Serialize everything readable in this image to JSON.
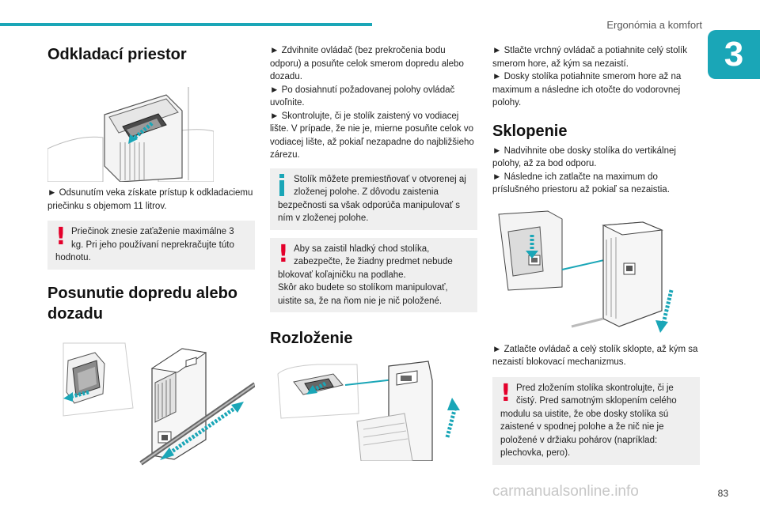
{
  "header": {
    "title": "Ergonómia a komfort",
    "chapter": "3"
  },
  "col1": {
    "heading1": "Odkladací priestor",
    "para1": "► Odsunutím veka získate prístup k odkladaciemu priečinku s objemom 11 litrov.",
    "warning1_first": "Priečinok znesie zaťaženie maximálne 3 kg. Pri jeho používaní neprekračujte túto",
    "warning1_rest": "hodnotu.",
    "heading2": "Posunutie dopredu alebo dozadu"
  },
  "col2": {
    "para1": "► Zdvihnite ovládač (bez prekročenia bodu odporu) a posuňte celok smerom dopredu alebo dozadu.",
    "para2": "► Po dosiahnutí požadovanej polohy ovládač uvoľnite.",
    "para3": "► Skontrolujte, či je stolík zaistený vo vodiacej lište. V prípade, že nie je, mierne posuňte celok vo vodiacej lište, až pokiaľ nezapadne do najbližšieho zárezu.",
    "info_first": "Stolík môžete premiestňovať v otvorenej aj zloženej polohe. Z dôvodu zaistenia",
    "info_rest": "bezpečnosti sa však odporúča manipulovať s ním v zloženej polohe.",
    "warning_first": "Aby sa zaistil hladký chod stolíka, zabezpečte, že žiadny predmet nebude",
    "warning_rest": "blokovať koľajničku na podlahe.",
    "warning_rest2": "Skôr ako budete so stolíkom manipulovať, uistite sa, že na ňom nie je nič položené.",
    "heading": "Rozloženie"
  },
  "col3": {
    "para1": "► Stlačte vrchný ovládač a potiahnite celý stolík smerom hore, až kým sa nezaistí.",
    "para2": "► Dosky stolíka potiahnite smerom hore až na maximum a následne ich otočte do vodorovnej polohy.",
    "heading": "Sklopenie",
    "para3": "► Nadvihnite obe dosky stolíka do vertikálnej polohy, až za bod odporu.",
    "para4": "► Následne ich zatlačte na maximum do príslušného priestoru až pokiaľ sa nezaistia.",
    "para5": "► Zatlačte ovládač a celý stolík sklopte, až kým sa nezaistí blokovací mechanizmus.",
    "warning_first": "Pred zložením stolíka skontrolujte, či je čistý. Pred samotným sklopením celého",
    "warning_rest": "modulu sa uistite, že obe dosky stolíka sú zaistené v spodnej polohe a že nič nie je položené v držiaku pohárov (napríklad: plechovka, pero)."
  },
  "footer": {
    "page_number": "83",
    "watermark": "carmanualsonline.info"
  },
  "colors": {
    "accent": "#1aa6b7",
    "warning": "#e4002b",
    "note_bg": "#efefef"
  },
  "icons": {
    "warning": "warning-exclamation-icon",
    "info": "info-i-icon"
  }
}
